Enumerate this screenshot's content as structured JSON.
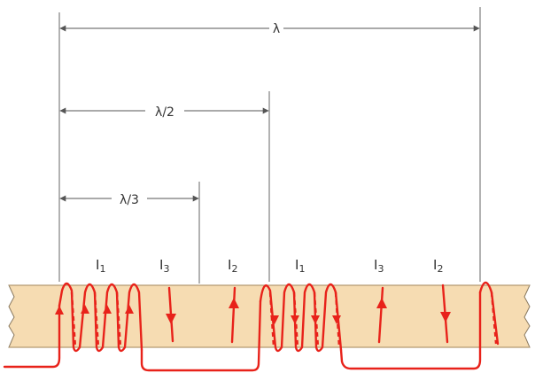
{
  "colors": {
    "background": "#ffffff",
    "strip_fill": "#f6dcb2",
    "strip_edge": "#8a7a60",
    "wire": "#e8221a",
    "dimension_line": "#555555"
  },
  "dimensions": [
    {
      "label": "λ"
    },
    {
      "label": "λ/2"
    },
    {
      "label": "λ/3"
    }
  ],
  "current_labels": [
    {
      "letter": "I",
      "sub": "1"
    },
    {
      "letter": "I",
      "sub": "3"
    },
    {
      "letter": "I",
      "sub": "2"
    },
    {
      "letter": "I",
      "sub": "1"
    },
    {
      "letter": "I",
      "sub": "3"
    },
    {
      "letter": "I",
      "sub": "2"
    }
  ]
}
